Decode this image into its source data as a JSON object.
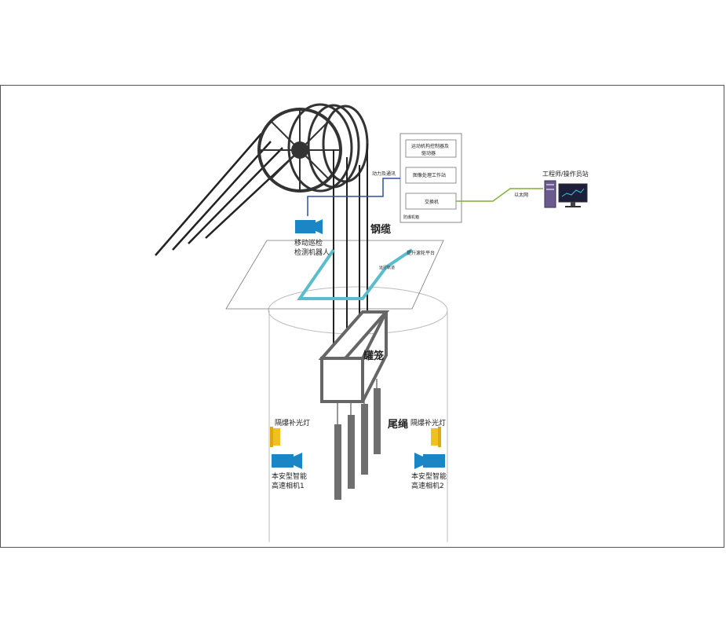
{
  "labels": {
    "steel_cable": "钢缆",
    "cage": "罐笼",
    "tail_rope": "尾绳",
    "robot_line1": "移动巡检",
    "robot_line2": "检测机器人",
    "lamp_left": "隔爆补光灯",
    "lamp_right": "隔爆补光灯",
    "cam1_line1": "本安型智能",
    "cam1_line2": "高速相机1",
    "cam2_line1": "本安型智能",
    "cam2_line2": "高速相机2",
    "power_comm": "动力及通讯",
    "platform": "提升滚轮平台",
    "track": "运行轨道",
    "box_motion_line1": "运动机构控制器及",
    "box_motion_line2": "驱动器",
    "box_image": "图像处理工作站",
    "box_switch": "交换机",
    "cabinet": "防爆机箱",
    "ethernet": "以太网",
    "engineer_station": "工程师/操作员站"
  },
  "colors": {
    "track_cyan": "#5bbccd",
    "robot_blue": "#1a86c6",
    "lamp_yellow": "#f0c020",
    "cable_dark": "#222222",
    "tail_gray": "#6f6f6f",
    "power_line_blue": "#2d4fa0",
    "ethernet_green": "#7fb23a",
    "computer_purple": "#6b5a8e"
  },
  "icons": [
    "camera-icon",
    "lamp-icon",
    "computer-icon",
    "monitor-icon"
  ]
}
